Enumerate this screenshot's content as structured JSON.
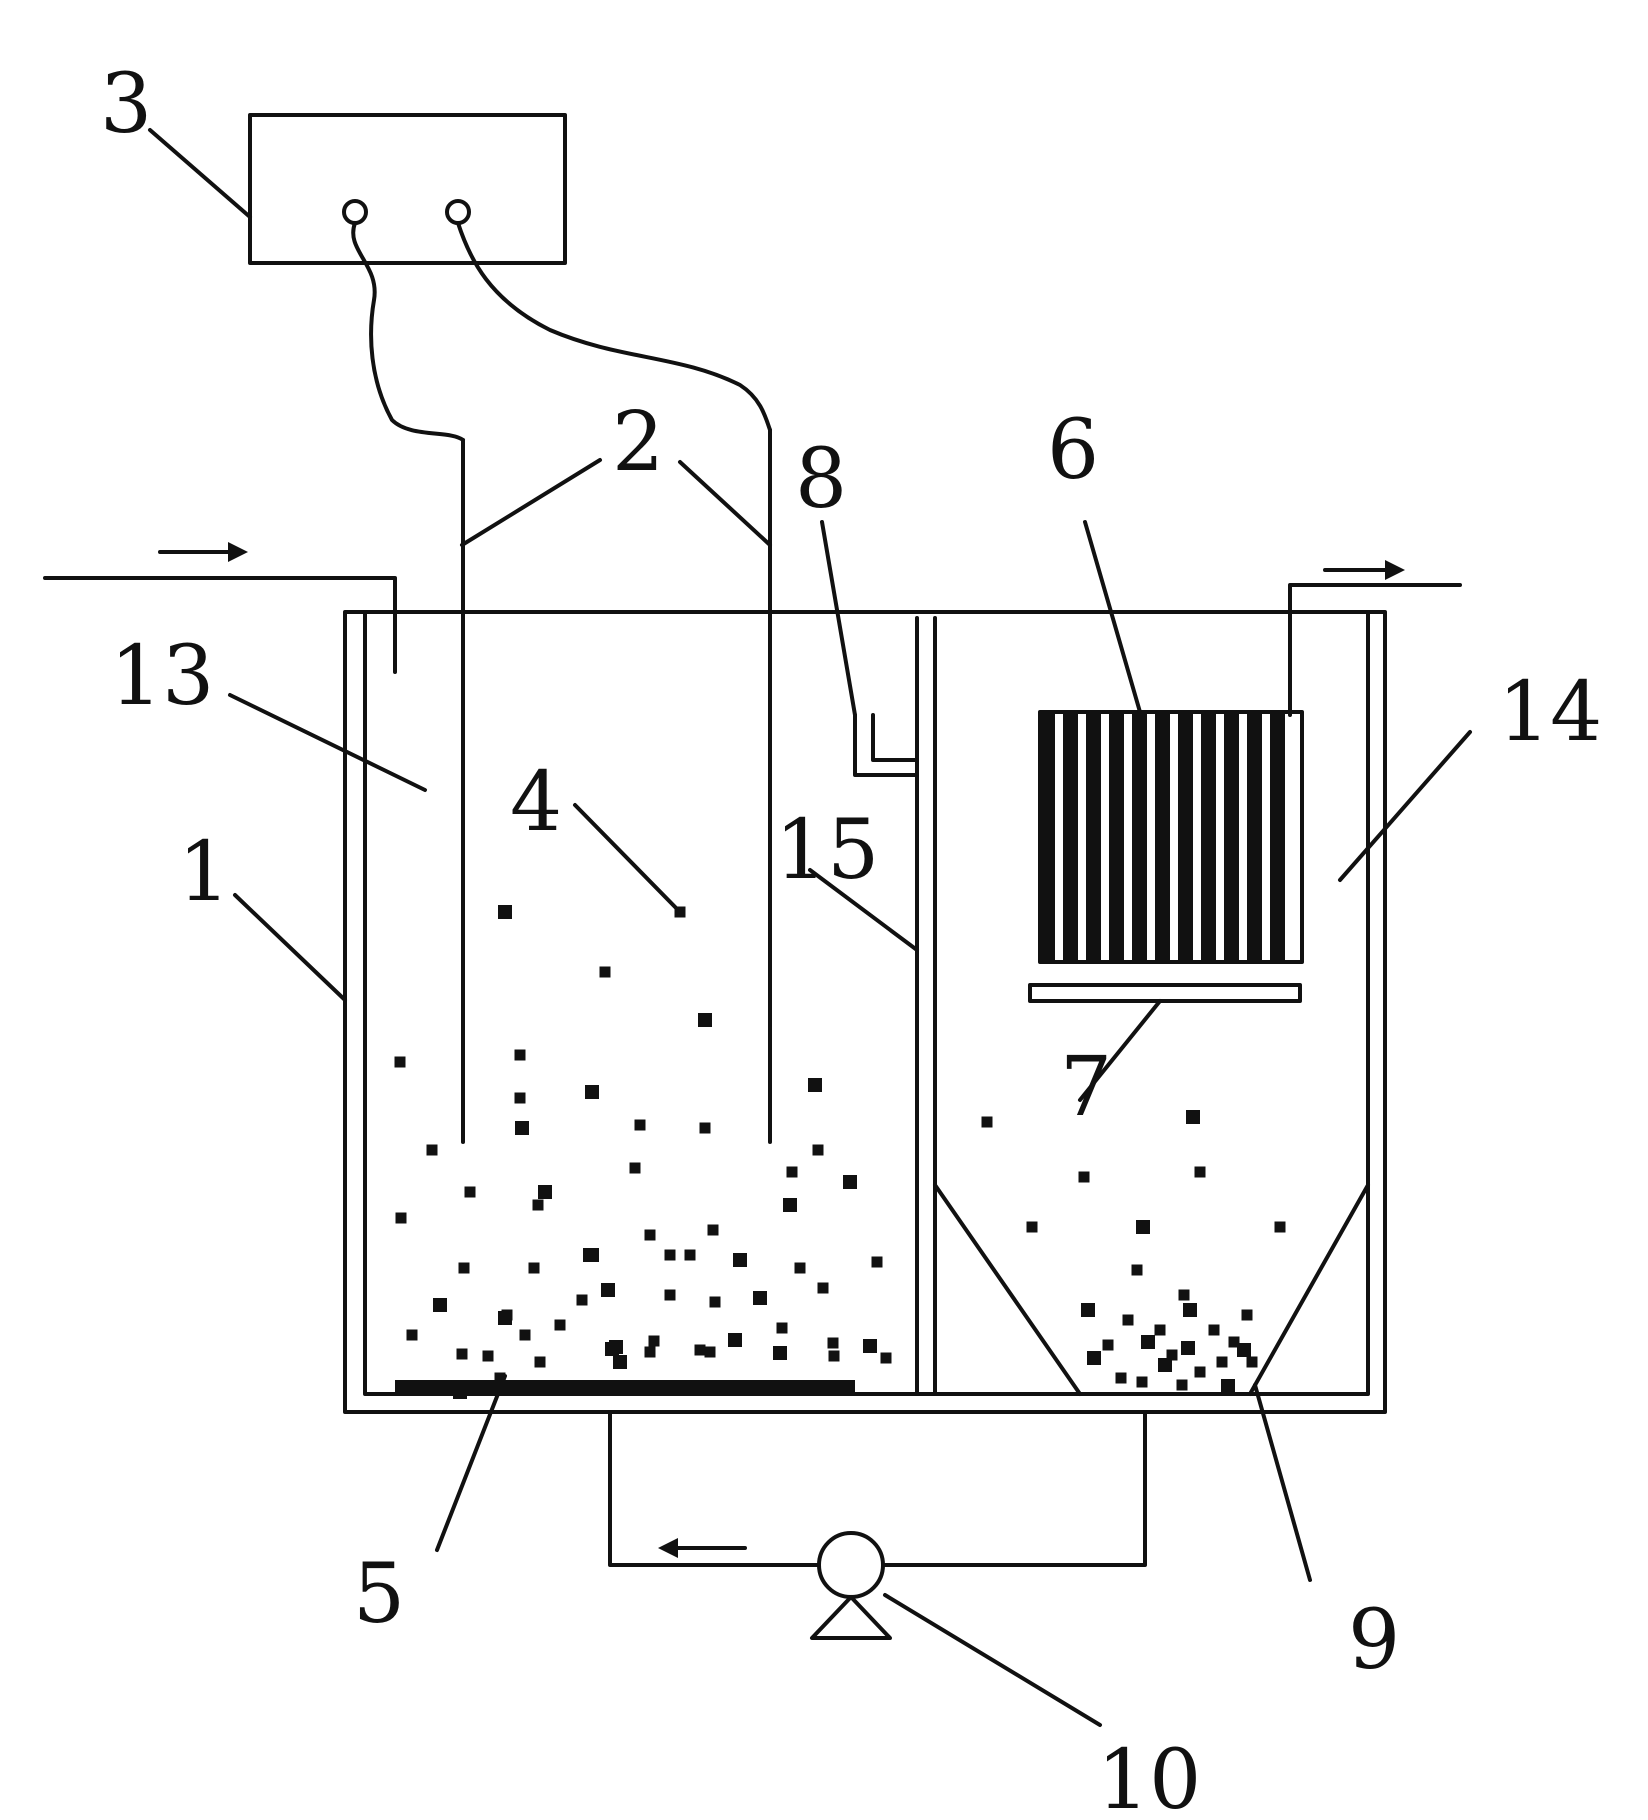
{
  "figure": {
    "labels": {
      "l1": "1",
      "l2": "2",
      "l3": "3",
      "l4": "4",
      "l5": "5",
      "l6": "6",
      "l7": "7",
      "l8": "8",
      "l9": "9",
      "l10": "10",
      "l13": "13",
      "l14": "14",
      "l15": "15"
    }
  },
  "colors": {
    "ink": "#111111",
    "paper": "#ffffff"
  }
}
